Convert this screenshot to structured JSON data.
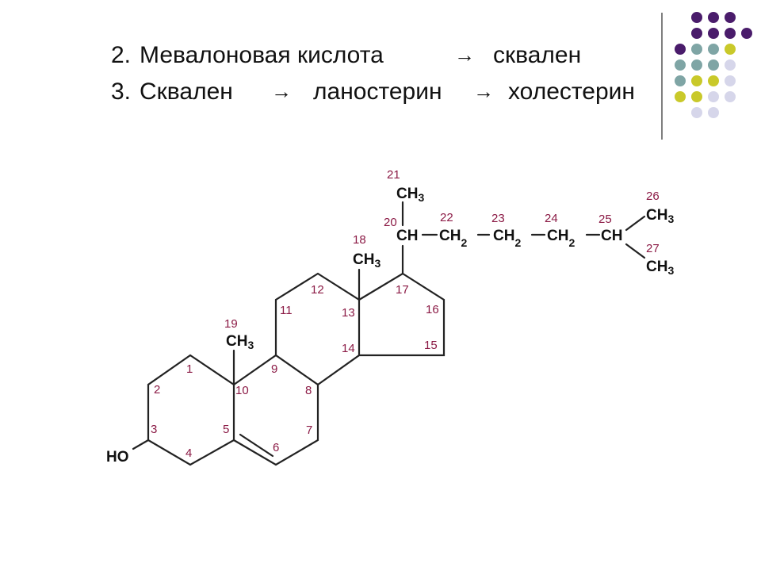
{
  "slide": {
    "line1": {
      "number": "2.",
      "from": "Мевалоновая кислота",
      "arrow": "→",
      "to": "сквален"
    },
    "line2": {
      "number": "3.",
      "from": "Сквален",
      "arrow1": "→",
      "middle": "ланостерин",
      "arrow2": "→",
      "to": "холестерин"
    }
  },
  "molecule": {
    "atom_numbers": [
      "1",
      "2",
      "3",
      "4",
      "5",
      "6",
      "7",
      "8",
      "9",
      "10",
      "11",
      "12",
      "13",
      "14",
      "15",
      "16",
      "17",
      "18",
      "19",
      "20",
      "21",
      "22",
      "23",
      "24",
      "25",
      "26",
      "27"
    ],
    "groups": {
      "methyl": "CH",
      "methyl_sub": "3",
      "methine": "CH",
      "methylene": "CH",
      "methylene_sub": "2",
      "hydroxyl": "HO"
    }
  },
  "decor": {
    "dot_colors": {
      "purple": "#4a1c6b",
      "teal": "#7fa5a5",
      "olive": "#c9c92a",
      "lavender": "#d6d6ea"
    },
    "rule_color": "#7f7f7f",
    "number_color": "#8b1a45"
  }
}
